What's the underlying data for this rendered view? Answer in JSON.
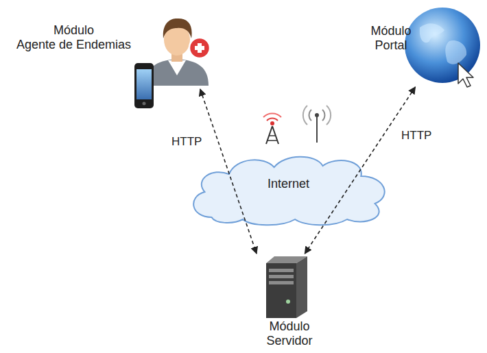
{
  "diagram": {
    "nodes": [
      {
        "text": [
          "Módulo Agente de Endemias"
        ]
      },
      {
        "text": [
          "Módulo Portal"
        ]
      },
      {
        "text": [
          "Internet"
        ]
      },
      {
        "text": [
          "Módulo Servidor"
        ]
      }
    ],
    "edges": [
      {
        "from": 0,
        "to": 3,
        "arrow": "both",
        "label": "HTTP"
      },
      {
        "from": 1,
        "to": 3,
        "arrow": "both",
        "label": "HTTP"
      }
    ]
  }
}
